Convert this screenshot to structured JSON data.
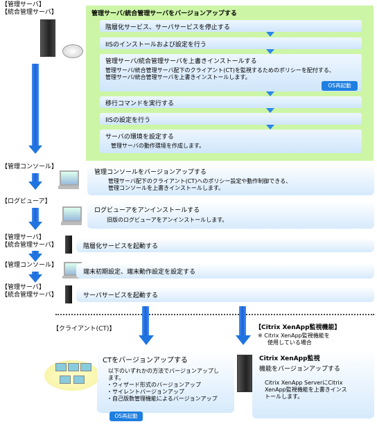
{
  "left_labels": {
    "kanri_server": [
      "【管理サーバ】",
      "【統合管理サーバ】"
    ],
    "console": "【管理コンソール】",
    "logviewer": "【ログビューア】",
    "kanri_server2": [
      "【管理サーバ】",
      "【統合管理サーバ】"
    ],
    "console2": "【管理コンソール】",
    "kanri_server3": [
      "【管理サーバ】",
      "【統合管理サーバ】"
    ],
    "client": "【クライアント(CT)】",
    "xenapp": "【Citrix XenApp監視機能】",
    "xenapp_note": [
      "※ Citrix XenApp監視機能を",
      "使用している場合"
    ]
  },
  "green_panel": {
    "title": "管理サーバ/統合管理サーバをバージョンアップする",
    "steps": [
      {
        "title": "階層化サービス、サーバサービスを停止する"
      },
      {
        "title": "IISのインストールおよび設定を行う"
      },
      {
        "title": "管理サーバ/統合管理サーバを上書きインストールする",
        "desc": [
          "管理サーバ/統合管理サーバ配下のクライアント(CT)を監視するためのポリシーを配付する、",
          "管理サーバ/統合管理サーバを上書きインストールします。"
        ],
        "badge": "OS再起動"
      },
      {
        "title": "移行コマンドを実行する"
      },
      {
        "title": "IISの設定を行う"
      },
      {
        "title": "サーバの環境を設定する",
        "desc": [
          "管理サーバの動作環境を作成します。"
        ]
      }
    ]
  },
  "console_box": {
    "title": "管理コンソールをバージョンアップする",
    "desc": [
      "管理サーバ配下のクライアント(CT)へのポリシー設定や動作制御できる、",
      "管理コンソールを上書きインストールします。"
    ]
  },
  "logviewer_box": {
    "title": "ログビューアをアンインストールする",
    "desc": [
      "旧版のログビューアをアンインストールします。"
    ]
  },
  "kaisou_box": {
    "title": "階層化サービスを起動する"
  },
  "terminal_box": {
    "title": "端末初期設定、端末動作設定を設定する"
  },
  "server_service_box": {
    "title": "サーバサービスを起動する"
  },
  "ct_box": {
    "title": "CTをバージョンアップする",
    "desc": [
      "以下のいずれかの方法でバージョンアップし",
      "ます。"
    ],
    "methods": [
      "ウィザード形式のバージョンアップ",
      "サイレントバージョンアップ",
      "自己版数管理機能によるバージョンアップ"
    ],
    "badge": "OS再起動"
  },
  "xen_box": {
    "title": [
      "Citrix XenApp監視",
      "機能をバージョンアップする"
    ],
    "desc": [
      "Citrix XenApp ServerにCitrix",
      "XenApp監視機能を上書きインス",
      "トールします。"
    ]
  },
  "colors": {
    "green": "#ccf5a6",
    "arrow": "#1f74e0",
    "box": "#d6eafc",
    "badge": "#1f7fe0"
  },
  "icons": [
    "server-icon",
    "disk-icon",
    "pc-icon",
    "tower-icon",
    "client-pcs-icon"
  ]
}
